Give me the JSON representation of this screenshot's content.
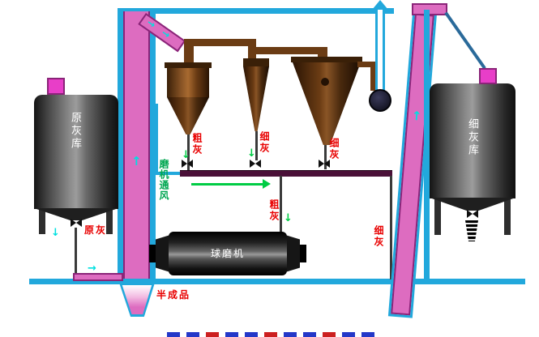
{
  "labels": {
    "left_silo": "原灰库",
    "right_silo": "细灰库",
    "raw_ash": "原灰",
    "semi_finished_product": "半成品",
    "ball_mill": "球磨机",
    "mill_ventilation": "磨机通风",
    "coarse_ash_cyclone_outlet": "粗灰",
    "fine_ash_separator_outlet": "细灰",
    "fine_ash_hopper_outlet": "细灰",
    "coarse_ash_to_mill": "粗灰",
    "fine_ash_to_elevator": "细灰"
  },
  "glyphs": {
    "arrow_up": "↑",
    "arrow_down": "↓",
    "arrow_right": "→"
  },
  "colors": {
    "pipe_blue": "#22a8dc",
    "duct_pink": "#dd6cc0",
    "duct_border": "#8a2478",
    "vessel_brown": "#8a5526",
    "conveyor_maroon": "#4a1038",
    "label_red": "#e80000",
    "vent_green": "#00a651",
    "arrow_green": "#00cc44",
    "arrow_cyan": "#00e0e0",
    "silo_gray": "#4a4a4a",
    "inlet_magenta": "#e83ec8"
  }
}
